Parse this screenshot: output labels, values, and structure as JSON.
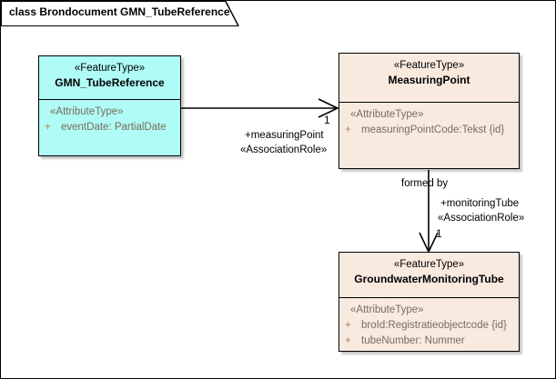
{
  "diagram": {
    "title": "class Brondocument GMN_TubeReference",
    "background_color": "#ffffff",
    "border_color": "#000000"
  },
  "colors": {
    "feature_type_cyan": "#AFFBF5",
    "feature_type_peach": "#F9EAE0",
    "attribute_text": "#7B6A5C",
    "visibility_marker": "#A08A53",
    "line": "#000000"
  },
  "classes": [
    {
      "id": "gmn-tube-reference",
      "stereotype": "«FeatureType»",
      "name": "GMN_TubeReference",
      "fill": "#AFFBF5",
      "compartment_stereotype": "«AttributeType»",
      "attributes": [
        {
          "visibility": "+",
          "text": "eventDate: PartialDate"
        }
      ]
    },
    {
      "id": "measuring-point",
      "stereotype": "«FeatureType»",
      "name": "MeasuringPoint",
      "fill": "#F9EAE0",
      "compartment_stereotype": "«AttributeType»",
      "attributes": [
        {
          "visibility": "+",
          "text": "measuringPointCode:Tekst {id}"
        }
      ]
    },
    {
      "id": "groundwater-monitoring-tube",
      "stereotype": "«FeatureType»",
      "name": "GroundwaterMonitoringTube",
      "fill": "#F9EAE0",
      "compartment_stereotype": "«AttributeType»",
      "attributes": [
        {
          "visibility": "+",
          "text": "broId:Registratieobjectcode {id}"
        },
        {
          "visibility": "+",
          "text": "tubeNumber: Nummer"
        }
      ]
    }
  ],
  "associations": [
    {
      "id": "tube-reference-to-measuring-point",
      "source": "gmn-tube-reference",
      "target": "measuring-point",
      "name": "",
      "role": "+measuringPoint",
      "role_stereotype": "«AssociationRole»",
      "multiplicity": "1",
      "arrow": "open-stick",
      "direction": "right"
    },
    {
      "id": "measuring-point-to-monitoring-tube",
      "source": "measuring-point",
      "target": "groundwater-monitoring-tube",
      "name": "formed by",
      "role": "+monitoringTube",
      "role_stereotype": "«AssociationRole»",
      "multiplicity": "1",
      "arrow": "open-stick",
      "direction": "down"
    }
  ]
}
